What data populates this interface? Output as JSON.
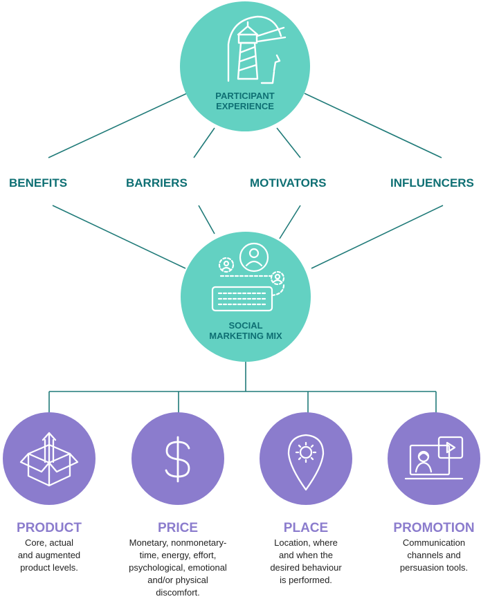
{
  "top_node": {
    "label_line1": "PARTICIPANT",
    "label_line2": "EXPERIENCE",
    "icon": "lighthouse-head-icon"
  },
  "factors": [
    "BENEFITS",
    "BARRIERS",
    "MOTIVATORS",
    "INFLUENCERS"
  ],
  "mix_node": {
    "label_line1": "SOCIAL",
    "label_line2": "MARKETING MIX",
    "icon": "people-keyboard-icon"
  },
  "mix_items": [
    {
      "title": "PRODUCT",
      "description": "Core, actual\nand augmented\nproduct levels.",
      "icon": "open-box-arrow-icon"
    },
    {
      "title": "PRICE",
      "description": "Monetary, nonmonetary-\ntime, energy, effort,\npsychological, emotional\nand/or physical\ndiscomfort.",
      "icon": "dollar-sign-icon"
    },
    {
      "title": "PLACE",
      "description": "Location, where\nand when the\ndesired behaviour\nis performed.",
      "icon": "location-pin-icon"
    },
    {
      "title": "PROMOTION",
      "description": "Communication\nchannels and\npersuasion tools.",
      "icon": "presenter-screen-icon"
    }
  ],
  "colors": {
    "teal": "#63d1c2",
    "dark_teal": "#0e6f73",
    "purple": "#8b7ccd",
    "line": "#1f7a78"
  }
}
